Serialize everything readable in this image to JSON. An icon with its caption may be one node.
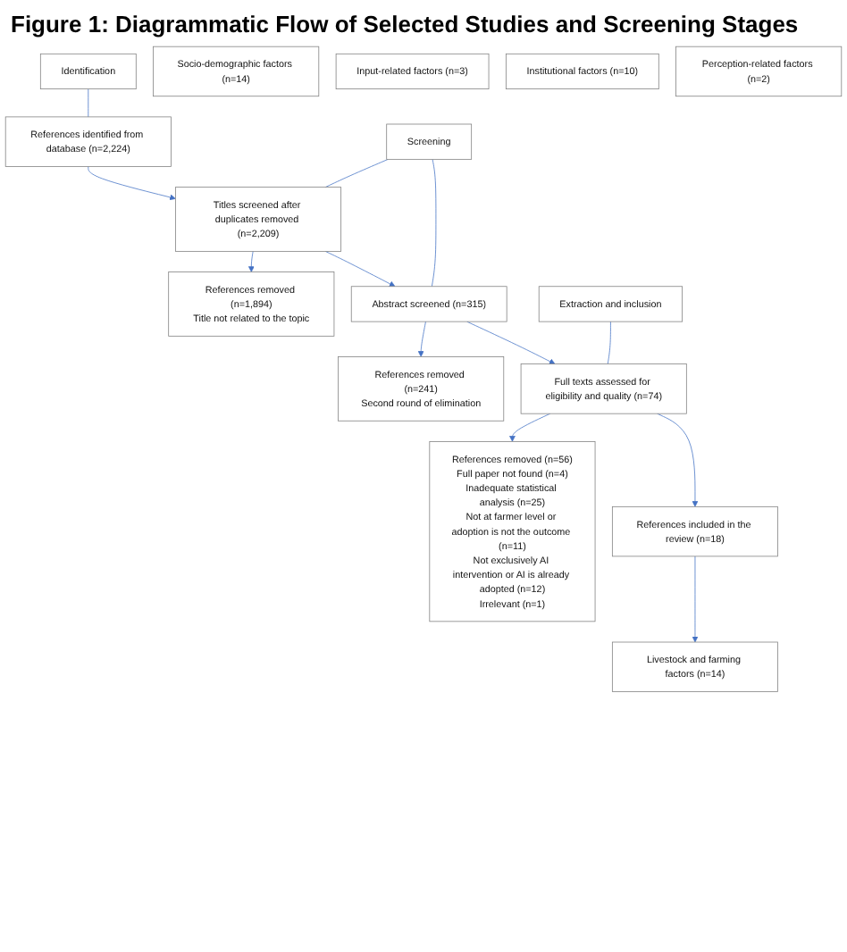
{
  "diagram": {
    "title": "Figure 1: Diagrammatic Flow of Selected Studies and Screening Stages",
    "nodes": [
      {
        "text": [
          "Identification"
        ]
      },
      {
        "text": [
          "References identified from database (n=2,224)"
        ]
      },
      {
        "text": [
          "Screening"
        ]
      },
      {
        "text": [
          "Titles screened after duplicates removed (n=2,209)"
        ]
      },
      {
        "text": [
          "References removed (n=1,894)",
          "Title not related to the topic"
        ]
      },
      {
        "text": [
          "Abstract screened (n=315)"
        ]
      },
      {
        "text": [
          "References removed (n=241)",
          "Second round of elimination"
        ]
      },
      {
        "text": [
          "Extraction and inclusion"
        ]
      },
      {
        "text": [
          "Full texts assessed for eligibility and quality (n=74)"
        ]
      },
      {
        "text": [
          "References removed (n=56)",
          "Full paper not found (n=4)",
          "Inadequate statistical analysis (n=25)",
          "Not at farmer level or adoption is not the outcome (n=11)",
          "Not exclusively AI intervention or AI is already adopted (n=12)",
          "Irrelevant (n=1)"
        ]
      },
      {
        "text": [
          "References included in the review (n=18)"
        ]
      },
      {
        "text": [
          "Socio-demographic factors (n=14)"
        ]
      },
      {
        "text": [
          "Livestock and farming factors (n=14)"
        ]
      },
      {
        "text": [
          "Input-related factors (n=3)"
        ]
      },
      {
        "text": [
          "Institutional factors (n=10)"
        ]
      },
      {
        "text": [
          "Perception-related factors (n=2)"
        ]
      }
    ],
    "edges": [
      {
        "from": 0,
        "to": 1,
        "arrow": "none"
      },
      {
        "from": 1,
        "to": 3,
        "arrow": "to"
      },
      {
        "from": 2,
        "to": 3,
        "arrow": "none"
      },
      {
        "from": 2,
        "to": 5,
        "arrow": "none"
      },
      {
        "from": 3,
        "to": 4,
        "arrow": "to"
      },
      {
        "from": 3,
        "to": 5,
        "arrow": "to"
      },
      {
        "from": 5,
        "to": 6,
        "arrow": "to"
      },
      {
        "from": 5,
        "to": 8,
        "arrow": "to"
      },
      {
        "from": 7,
        "to": 8,
        "arrow": "none"
      },
      {
        "from": 8,
        "to": 9,
        "arrow": "to"
      },
      {
        "from": 8,
        "to": 10,
        "arrow": "to"
      },
      {
        "from": 10,
        "to": 12,
        "arrow": "to"
      }
    ]
  }
}
